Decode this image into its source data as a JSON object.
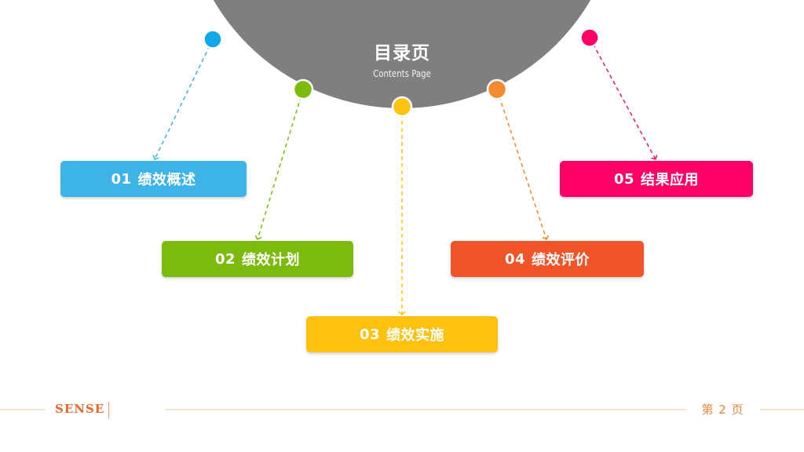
{
  "header": {
    "title": "目录页",
    "subtitle": "Contents Page"
  },
  "items": [
    {
      "num": "01",
      "label": "绩效概述",
      "color": "#3db3e6"
    },
    {
      "num": "02",
      "label": "绩效计划",
      "color": "#7cbb0e"
    },
    {
      "num": "03",
      "label": "绩效实施",
      "color": "#fdc10e"
    },
    {
      "num": "04",
      "label": "绩效评价",
      "color": "#f0552a"
    },
    {
      "num": "05",
      "label": "结果应用",
      "color": "#ff0067"
    }
  ],
  "colors": {
    "circle": "#7f7f7f",
    "accent_line": "#f3d9bf",
    "footer_text": "#e08a40"
  },
  "footer": {
    "logo": "SENSE",
    "page_label": "第 2 页"
  }
}
